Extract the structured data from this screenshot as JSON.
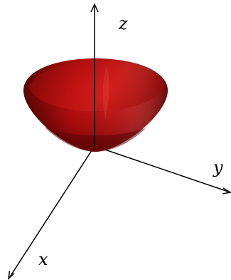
{
  "figure": {
    "surface": "paraboloid",
    "surface_color": "#b30c0c",
    "axes": {
      "x_label": "x",
      "y_label": "y",
      "z_label": "z"
    }
  }
}
